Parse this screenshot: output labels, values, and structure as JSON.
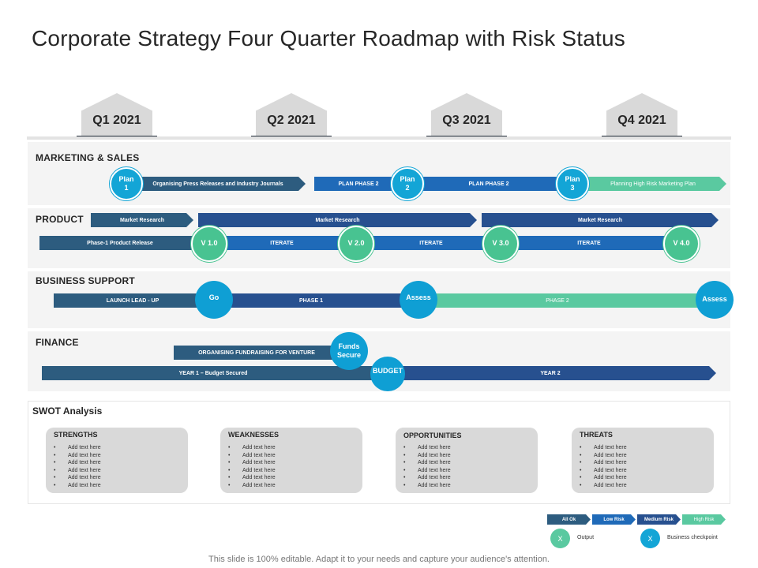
{
  "title": "Corporate Strategy Four Quarter Roadmap with Risk Status",
  "quarters": [
    "Q1 2021",
    "Q2 2021",
    "Q3 2021",
    "Q4 2021"
  ],
  "lanes": {
    "marketing": {
      "title": "MARKETING & SALES",
      "bars": [
        "Organising Press Releases and Industry Journals",
        "PLAN PHASE 2",
        "PLAN PHASE 2",
        "Planning High Risk Marketing Plan"
      ],
      "circles": [
        "Plan 1",
        "Plan 2",
        "Plan 3"
      ]
    },
    "product": {
      "title": "PRODUCT",
      "bars_top": [
        "Market Research",
        "Market Research",
        "Market Research"
      ],
      "bars_bottom": [
        "Phase-1 Product Release",
        "ITERATE",
        "ITERATE",
        "ITERATE"
      ],
      "circles": [
        "V 1.0",
        "V 2.0",
        "V 3.0",
        "V 4.0"
      ]
    },
    "business": {
      "title": "BUSINESS SUPPORT",
      "bars": [
        "LAUNCH LEAD - UP",
        "PHASE 1",
        "PHASE 2"
      ],
      "circles": [
        "Go",
        "Assess",
        "Assess"
      ]
    },
    "finance": {
      "title": "FINANCE",
      "bars": [
        "ORGANISING FUNDRAISING FOR VENTURE",
        "YEAR 1 – Budget Secured",
        "YEAR 2"
      ],
      "circles": [
        "Funds Secure",
        "BUDGET"
      ]
    }
  },
  "swot": {
    "title": "SWOT Analysis",
    "cards": [
      {
        "title": "STRENGTHS",
        "items": [
          "Add text here",
          "Add text here",
          "Add text here",
          "Add text here",
          "Add text here",
          "Add text here"
        ]
      },
      {
        "title": "WEAKNESSES",
        "items": [
          "Add text here",
          "Add text here",
          "Add text here",
          "Add text here",
          "Add text here",
          "Add text here"
        ]
      },
      {
        "title": "OPPORTUNITIES",
        "items": [
          "Add text here",
          "Add text here",
          "Add text here",
          "Add text here",
          "Add text here",
          "Add text here"
        ]
      },
      {
        "title": "THREATS",
        "items": [
          "Add text here",
          "Add text here",
          "Add text here",
          "Add text here",
          "Add text here",
          "Add text here"
        ]
      }
    ]
  },
  "legend": {
    "risk": [
      "All Ok",
      "Low Risk",
      "Medium Risk",
      "High Risk"
    ],
    "marker": "X",
    "output_label": "Output",
    "checkpoint_label": "Business checkpoint"
  },
  "footer": "This slide is 100% editable. Adapt it to your needs and capture your audience's attention.",
  "colors": {
    "dark": "#2d5c7f",
    "blue": "#1f6ab8",
    "navy": "#27508f",
    "green": "#5ac9a0",
    "teal": "#13a5d6"
  }
}
